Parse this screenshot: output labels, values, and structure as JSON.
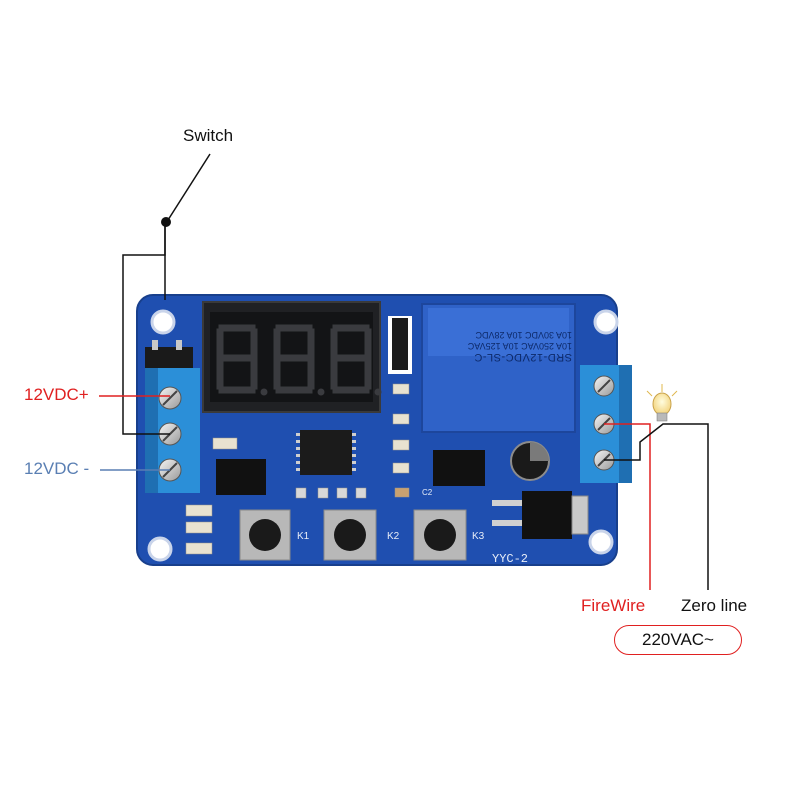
{
  "labels": {
    "switch": "Switch",
    "vplus": "12VDC+",
    "vminus": "12VDC -",
    "firewire": "FireWire",
    "zero": "Zero line",
    "vac": "220VAC~"
  },
  "board": {
    "model": "YYC-2",
    "buttons": [
      "K1",
      "K2",
      "K3"
    ],
    "capacitor": "C2",
    "relay_lines": [
      "SRD-12VDC-SL-C",
      "10A 250VAC  10A 125VAC",
      "10A 30VDC  10A 28VDC"
    ]
  },
  "colors": {
    "board": "#1f4fb0",
    "terminal": "#2b8fd8",
    "relay": "#2f62c8",
    "red_label": "#e02020",
    "blue_label": "#5a7fb3"
  }
}
